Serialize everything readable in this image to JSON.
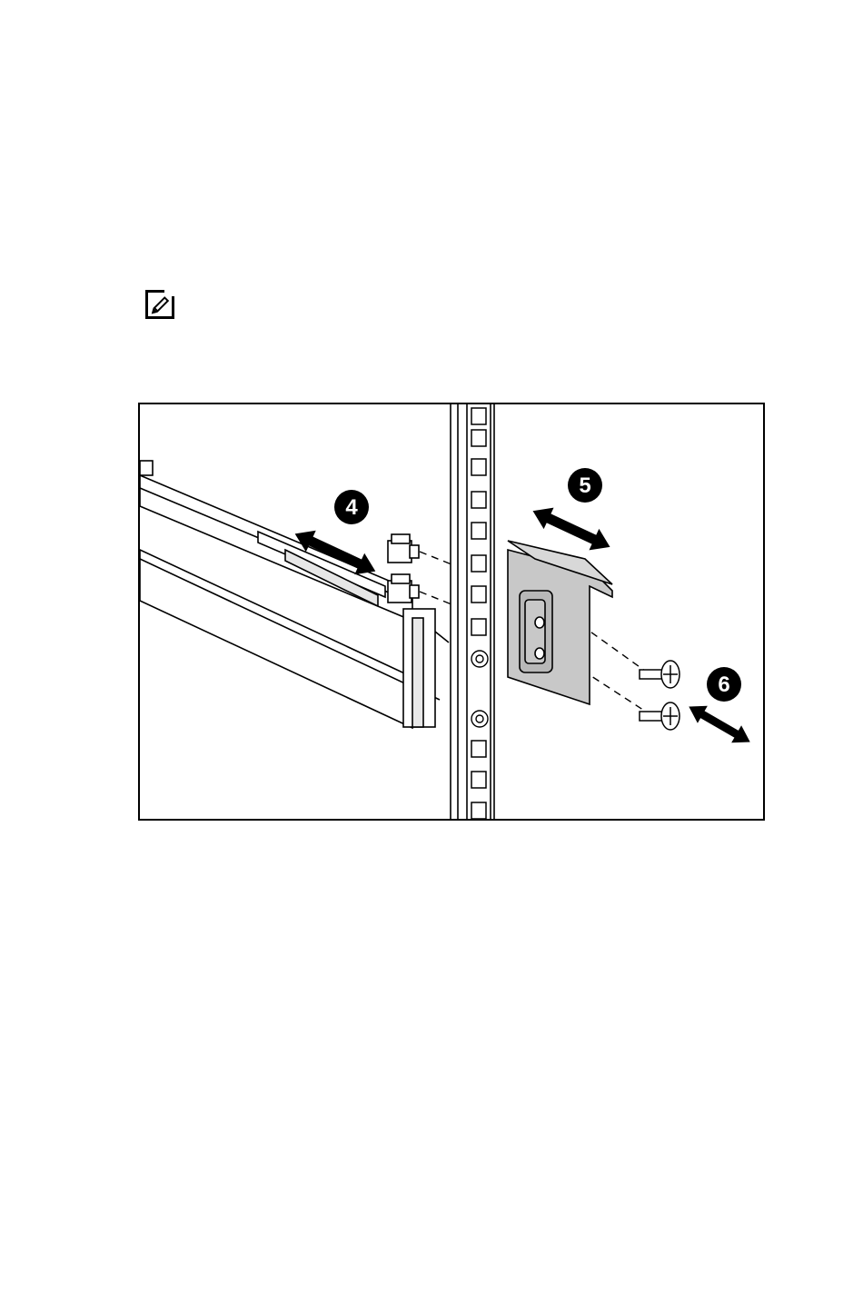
{
  "page": {
    "note_icon": "note-pencil-icon"
  },
  "figure": {
    "callouts": [
      {
        "id": "callout-4",
        "label": "4"
      },
      {
        "id": "callout-5",
        "label": "5"
      },
      {
        "id": "callout-6",
        "label": "6"
      }
    ],
    "colors": {
      "line": "#000000",
      "bracket_fill": "#c8c8c8",
      "callout_fill": "#000000"
    }
  }
}
